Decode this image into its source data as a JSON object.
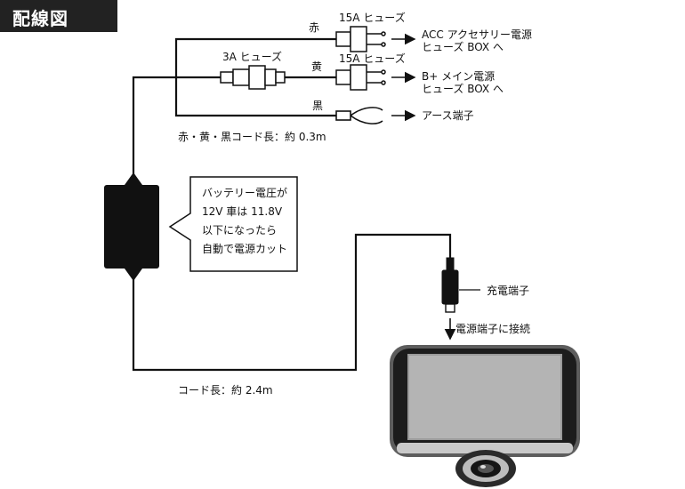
{
  "title": "配線図",
  "labels": {
    "fuse_red": "15A ヒューズ",
    "fuse_yellow": "15A ヒューズ",
    "fuse_3a": "3A ヒューズ",
    "wire_red": "赤",
    "wire_yellow": "黄",
    "wire_black": "黒",
    "acc_line1": "ACC アクセサリー電源",
    "acc_line2": "ヒューズ BOX へ",
    "bplus_line1": "B+ メイン電源",
    "bplus_line2": "ヒューズ BOX へ",
    "ground": "アース端子",
    "short_cord_length": "赤・黄・黒コード長：約 0.3m",
    "long_cord_length": "コード長：約 2.4m",
    "charge_terminal": "充電端子",
    "connect_terminal": "電源端子に接続"
  },
  "callout": {
    "line1": "バッテリー電圧が",
    "line2": "12V 車は 11.8V",
    "line3": "以下になったら",
    "line4": "自動で電源カット"
  }
}
